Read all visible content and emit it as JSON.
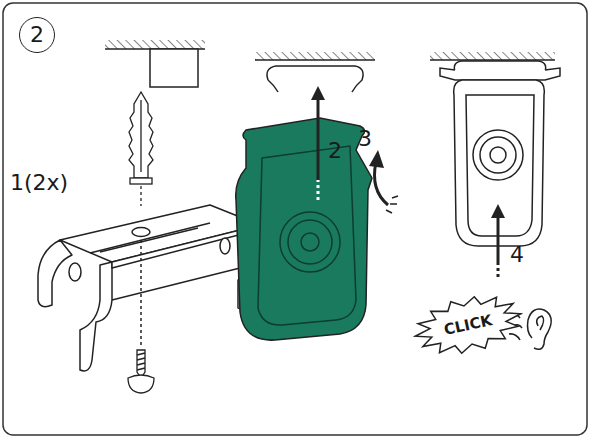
{
  "diagram": {
    "nodes": [
      {
        "text": [
          "2"
        ]
      },
      {
        "text": [
          "CLICK"
        ]
      }
    ],
    "labels": [
      "1(2x)",
      "2",
      "3",
      "4"
    ]
  }
}
